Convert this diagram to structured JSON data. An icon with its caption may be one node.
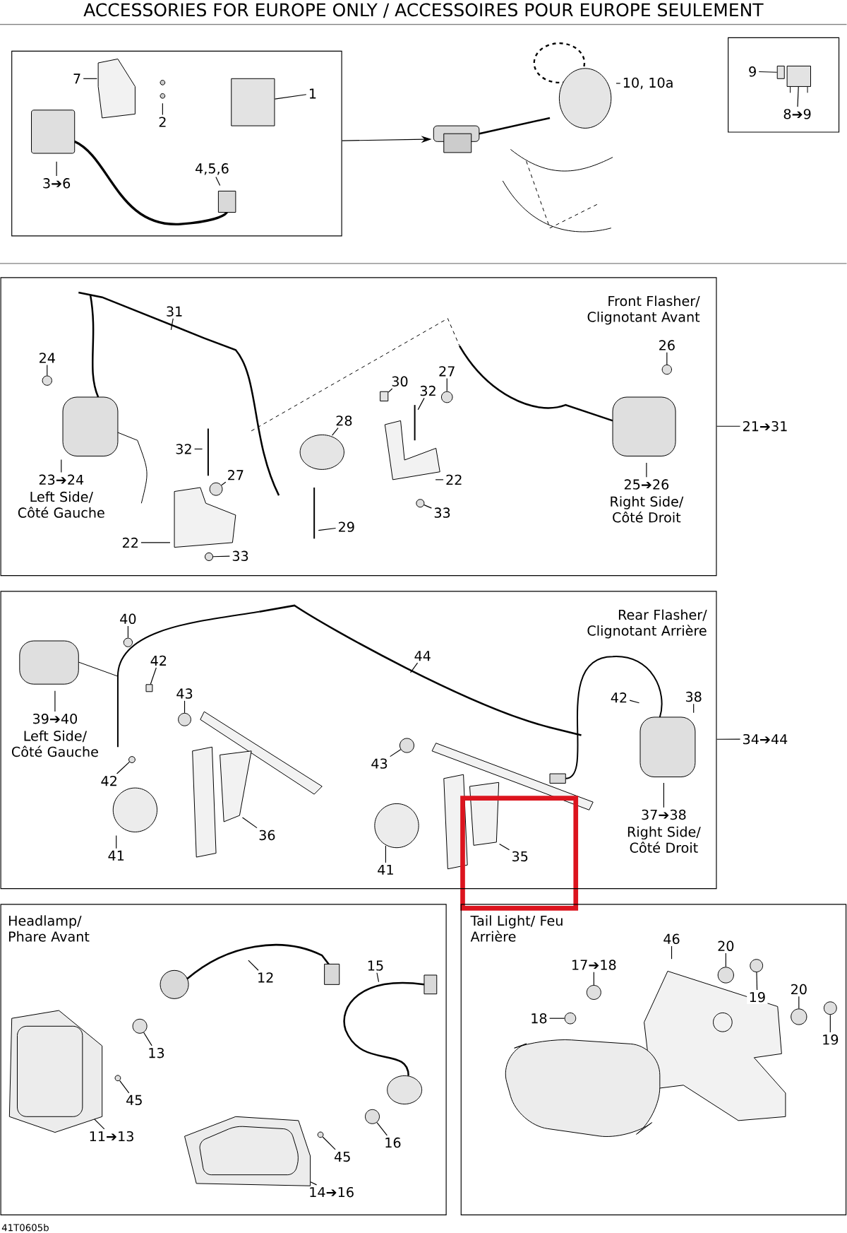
{
  "diagram": {
    "title": "ACCESSORIES FOR EUROPE ONLY / ACCESSOIRES POUR EUROPE SEULEMENT",
    "nodes": [
      {
        "text": [],
        "shape": "box"
      },
      {
        "text": [
          "7"
        ],
        "in": 0
      },
      {
        "text": [
          "2"
        ],
        "in": 0
      },
      {
        "text": [
          "1"
        ],
        "in": 0
      },
      {
        "text": [
          "3➔6"
        ],
        "in": 0
      },
      {
        "text": [
          "4,5,6"
        ],
        "in": 0
      },
      {
        "text": [],
        "shape": "picture"
      },
      {
        "text": [
          "10, 10a"
        ]
      },
      {
        "text": [],
        "shape": "box"
      },
      {
        "text": [
          "9"
        ],
        "in": 8
      },
      {
        "text": [
          "8➔9"
        ],
        "in": 8
      },
      {
        "text": [
          "Front Flasher/ Clignotant Avant"
        ]
      },
      {
        "text": [
          "31"
        ],
        "in": 11
      },
      {
        "text": [
          "24"
        ],
        "in": 11
      },
      {
        "text": [
          "23➔24"
        ],
        "in": 11,
        "beside": [
          "Left Side/ Côté Gauche"
        ]
      },
      {
        "text": [
          "32"
        ],
        "in": 11
      },
      {
        "text": [
          "27"
        ],
        "in": 11
      },
      {
        "text": [
          "22"
        ],
        "in": 11
      },
      {
        "text": [
          "33"
        ],
        "in": 11
      },
      {
        "text": [
          "28"
        ],
        "in": 11
      },
      {
        "text": [
          "29"
        ],
        "in": 11
      },
      {
        "text": [
          "30"
        ],
        "in": 11
      },
      {
        "text": [
          "32"
        ],
        "in": 11
      },
      {
        "text": [
          "27"
        ],
        "in": 11
      },
      {
        "text": [
          "22"
        ],
        "in": 11
      },
      {
        "text": [
          "33"
        ],
        "in": 11
      },
      {
        "text": [
          "26"
        ],
        "in": 11
      },
      {
        "text": [
          "25➔26"
        ],
        "in": 11,
        "beside": [
          "Right Side/ Côté Droit"
        ]
      },
      {
        "text": [
          "21➔31"
        ]
      },
      {
        "text": [
          "Rear Flasher/ Clignotant Arrière"
        ]
      },
      {
        "text": [
          "40"
        ],
        "in": 29
      },
      {
        "text": [
          "42"
        ],
        "in": 29
      },
      {
        "text": [
          "43"
        ],
        "in": 29
      },
      {
        "text": [
          "39➔40"
        ],
        "in": 29,
        "beside": [
          "Left Side/ Côté Gauche"
        ]
      },
      {
        "text": [
          "42"
        ],
        "in": 29
      },
      {
        "text": [
          "41"
        ],
        "in": 29
      },
      {
        "text": [
          "36"
        ],
        "in": 29
      },
      {
        "text": [
          "44"
        ],
        "in": 29
      },
      {
        "text": [
          "43"
        ],
        "in": 29
      },
      {
        "text": [
          "41"
        ],
        "in": 29
      },
      {
        "text": [
          "35"
        ],
        "in": 29
      },
      {
        "text": [
          "42"
        ],
        "in": 29
      },
      {
        "text": [
          "38"
        ],
        "in": 29
      },
      {
        "text": [
          "37➔38"
        ],
        "in": 29,
        "beside": [
          "Right Side/ Côté Droit"
        ]
      },
      {
        "text": [
          "34➔44"
        ]
      },
      {
        "text": [
          "Headlamp/ Phare Avant"
        ]
      },
      {
        "text": [
          "12"
        ],
        "in": 45
      },
      {
        "text": [
          "15"
        ],
        "in": 45
      },
      {
        "text": [
          "13"
        ],
        "in": 45
      },
      {
        "text": [
          "45"
        ],
        "in": 45
      },
      {
        "text": [
          "11➔13"
        ],
        "in": 45
      },
      {
        "text": [
          "16"
        ],
        "in": 45
      },
      {
        "text": [
          "45"
        ],
        "in": 45
      },
      {
        "text": [
          "14➔16"
        ],
        "in": 45
      },
      {
        "text": [
          "Tail Light/ Feu Arrière"
        ]
      },
      {
        "text": [
          "46"
        ],
        "in": 54
      },
      {
        "text": [
          "20"
        ],
        "in": 54
      },
      {
        "text": [
          "17➔18"
        ],
        "in": 54
      },
      {
        "text": [
          "19"
        ],
        "in": 54
      },
      {
        "text": [
          "20"
        ],
        "in": 54
      },
      {
        "text": [
          "18"
        ],
        "in": 54
      },
      {
        "text": [
          "19"
        ],
        "in": 54
      },
      {
        "text": [],
        "shape": "box",
        "in": 0
      },
      {
        "text": [],
        "shape": "box",
        "in": 8
      },
      {
        "text": [],
        "shape": "box",
        "in": 8
      },
      {
        "text": [],
        "shape": "circle",
        "in": 11
      },
      {
        "text": [],
        "shape": "circle",
        "in": 11
      },
      {
        "text": [],
        "shape": "circle",
        "in": 11
      },
      {
        "text": [],
        "shape": "box",
        "in": 11
      },
      {
        "text": [],
        "shape": "circle",
        "in": 11
      },
      {
        "text": [],
        "shape": "circle",
        "in": 11
      },
      {
        "text": [],
        "shape": "circle",
        "in": 11
      },
      {
        "text": [],
        "shape": "circle",
        "in": 29
      },
      {
        "text": [],
        "shape": "box",
        "in": 29
      },
      {
        "text": [],
        "shape": "circle",
        "in": 29
      },
      {
        "text": [],
        "shape": "circle",
        "in": 29
      },
      {
        "text": [],
        "shape": "circle",
        "in": 29
      },
      {
        "text": [],
        "shape": "circle",
        "in": 45
      },
      {
        "text": [],
        "shape": "circle",
        "in": 45
      },
      {
        "text": [],
        "shape": "circle",
        "in": 45
      },
      {
        "text": [],
        "shape": "circle",
        "in": 45
      },
      {
        "text": [],
        "shape": "picture",
        "in": 45
      },
      {
        "text": [],
        "shape": "circle",
        "in": 54
      },
      {
        "text": [],
        "shape": "circle",
        "in": 54
      },
      {
        "text": [],
        "shape": "circle",
        "in": 54
      },
      {
        "text": [],
        "shape": "circle",
        "in": 54
      },
      {
        "text": [],
        "shape": "circle",
        "in": 54
      },
      {
        "text": [],
        "shape": "circle",
        "in": 54
      }
    ],
    "edges": [
      {
        "from": 0,
        "to": 6,
        "arrow": "to"
      },
      {
        "from": 1,
        "to": null,
        "arrow": "none"
      },
      {
        "from": 2,
        "to": null,
        "arrow": "none"
      },
      {
        "from": 3,
        "to": 62,
        "arrow": "none"
      },
      {
        "from": 4,
        "to": null,
        "arrow": "none"
      },
      {
        "from": 5,
        "to": null,
        "arrow": "none"
      },
      {
        "from": 7,
        "to": null,
        "arrow": "none"
      },
      {
        "from": 9,
        "to": 63,
        "arrow": "none"
      },
      {
        "from": 10,
        "to": 64,
        "arrow": "none"
      },
      {
        "from": 12,
        "to": null,
        "arrow": "none"
      },
      {
        "from": 13,
        "to": 65,
        "arrow": "none"
      },
      {
        "from": 14,
        "to": null,
        "arrow": "none"
      },
      {
        "from": 15,
        "to": null,
        "arrow": "none"
      },
      {
        "from": 16,
        "to": 66,
        "arrow": "none"
      },
      {
        "from": 17,
        "to": null,
        "arrow": "none"
      },
      {
        "from": 18,
        "to": 67,
        "arrow": "none"
      },
      {
        "from": 19,
        "to": null,
        "arrow": "none"
      },
      {
        "from": 20,
        "to": null,
        "arrow": "none"
      },
      {
        "from": 21,
        "to": 68,
        "arrow": "none"
      },
      {
        "from": 22,
        "to": null,
        "arrow": "none"
      },
      {
        "from": 23,
        "to": 69,
        "arrow": "none"
      },
      {
        "from": 24,
        "to": null,
        "arrow": "none"
      },
      {
        "from": 25,
        "to": 70,
        "arrow": "none"
      },
      {
        "from": 26,
        "to": 71,
        "arrow": "none"
      },
      {
        "from": 27,
        "to": null,
        "arrow": "none"
      },
      {
        "from": 28,
        "to": 11,
        "arrow": "none"
      },
      {
        "from": 30,
        "to": 72,
        "arrow": "none"
      },
      {
        "from": 31,
        "to": 73,
        "arrow": "none"
      },
      {
        "from": 32,
        "to": 74,
        "arrow": "none"
      },
      {
        "from": 33,
        "to": null,
        "arrow": "none"
      },
      {
        "from": 34,
        "to": 75,
        "arrow": "none"
      },
      {
        "from": 35,
        "to": null,
        "arrow": "none"
      },
      {
        "from": 36,
        "to": null,
        "arrow": "none"
      },
      {
        "from": 37,
        "to": null,
        "arrow": "none"
      },
      {
        "from": 38,
        "to": 76,
        "arrow": "none"
      },
      {
        "from": 39,
        "to": null,
        "arrow": "none"
      },
      {
        "from": 40,
        "to": null,
        "arrow": "none"
      },
      {
        "from": 41,
        "to": null,
        "arrow": "none"
      },
      {
        "from": 42,
        "to": null,
        "arrow": "none"
      },
      {
        "from": 43,
        "to": null,
        "arrow": "none"
      },
      {
        "from": 44,
        "to": 29,
        "arrow": "none"
      },
      {
        "from": 46,
        "to": null,
        "arrow": "none"
      },
      {
        "from": 47,
        "to": null,
        "arrow": "none"
      },
      {
        "from": 48,
        "to": 77,
        "arrow": "none"
      },
      {
        "from": 49,
        "to": 78,
        "arrow": "none"
      },
      {
        "from": 50,
        "to": null,
        "arrow": "none"
      },
      {
        "from": 51,
        "to": 79,
        "arrow": "none"
      },
      {
        "from": 52,
        "to": 80,
        "arrow": "none"
      },
      {
        "from": 53,
        "to": 81,
        "arrow": "none"
      },
      {
        "from": 55,
        "to": null,
        "arrow": "none"
      },
      {
        "from": 56,
        "to": 82,
        "arrow": "none"
      },
      {
        "from": 57,
        "to": 83,
        "arrow": "none"
      },
      {
        "from": 58,
        "to": 84,
        "arrow": "none"
      },
      {
        "from": 59,
        "to": 85,
        "arrow": "none"
      },
      {
        "from": 60,
        "to": 86,
        "arrow": "none"
      },
      {
        "from": 61,
        "to": 87,
        "arrow": "none"
      }
    ],
    "labels": [
      "41T0605b"
    ]
  }
}
